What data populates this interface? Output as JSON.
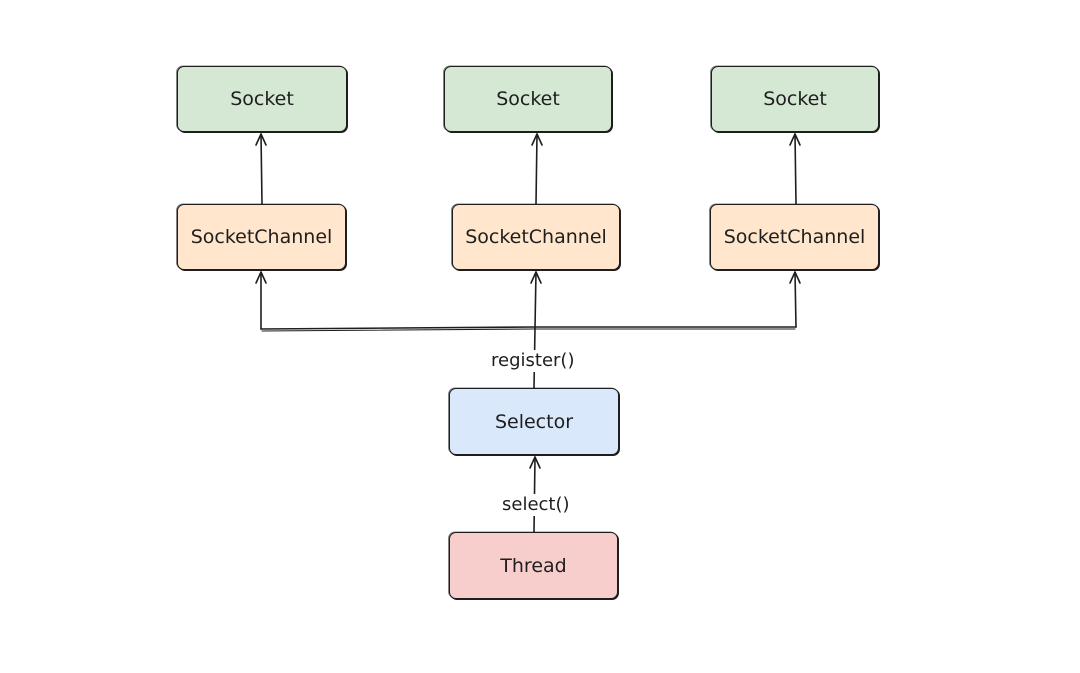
{
  "diagram": {
    "sockets": [
      {
        "label": "Socket"
      },
      {
        "label": "Socket"
      },
      {
        "label": "Socket"
      }
    ],
    "channels": [
      {
        "label": "SocketChannel"
      },
      {
        "label": "SocketChannel"
      },
      {
        "label": "SocketChannel"
      }
    ],
    "selector": {
      "label": "Selector"
    },
    "thread": {
      "label": "Thread"
    },
    "edges": {
      "register_label": "register()",
      "select_label": "select()"
    },
    "colors": {
      "socket_fill": "#d5e8d4",
      "channel_fill": "#ffe6cc",
      "selector_fill": "#dae8fc",
      "thread_fill": "#f8cecc",
      "stroke": "#1e1e1e"
    }
  }
}
